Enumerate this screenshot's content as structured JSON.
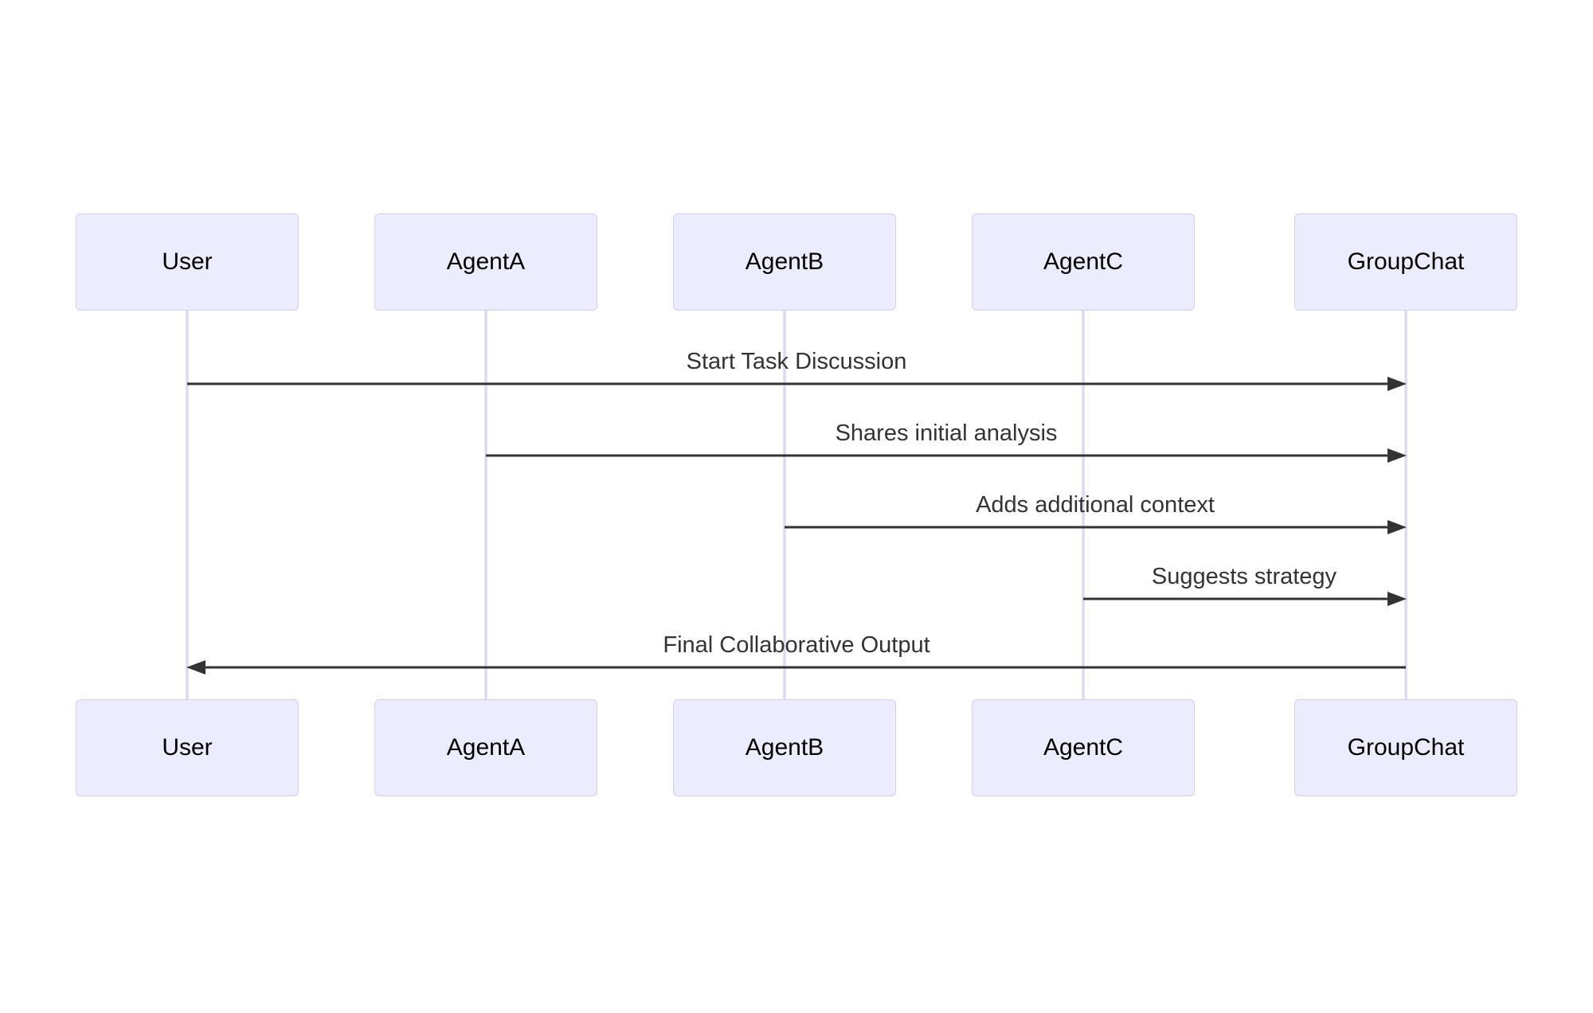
{
  "diagram": {
    "type": "sequence-diagram",
    "actors": [
      {
        "id": "user",
        "label": "User"
      },
      {
        "id": "agent-a",
        "label": "AgentA"
      },
      {
        "id": "agent-b",
        "label": "AgentB"
      },
      {
        "id": "agent-c",
        "label": "AgentC"
      },
      {
        "id": "groupchat",
        "label": "GroupChat"
      }
    ],
    "messages": [
      {
        "from": "User",
        "to": "GroupChat",
        "label": "Start Task Discussion",
        "direction": "right"
      },
      {
        "from": "AgentA",
        "to": "GroupChat",
        "label": "Shares initial analysis",
        "direction": "right"
      },
      {
        "from": "AgentB",
        "to": "GroupChat",
        "label": "Adds additional context",
        "direction": "right"
      },
      {
        "from": "AgentC",
        "to": "GroupChat",
        "label": "Suggests strategy",
        "direction": "right"
      },
      {
        "from": "GroupChat",
        "to": "User",
        "label": "Final Collaborative Output",
        "direction": "left"
      }
    ],
    "colors": {
      "background": "#FFFFFF",
      "actor_fill": "#ECECFF",
      "actor_border": "#D8CDF0",
      "lifeline": "#E0D8F3",
      "arrow": "#333333",
      "message_text": "#333333",
      "actor_text": "#000000"
    }
  }
}
